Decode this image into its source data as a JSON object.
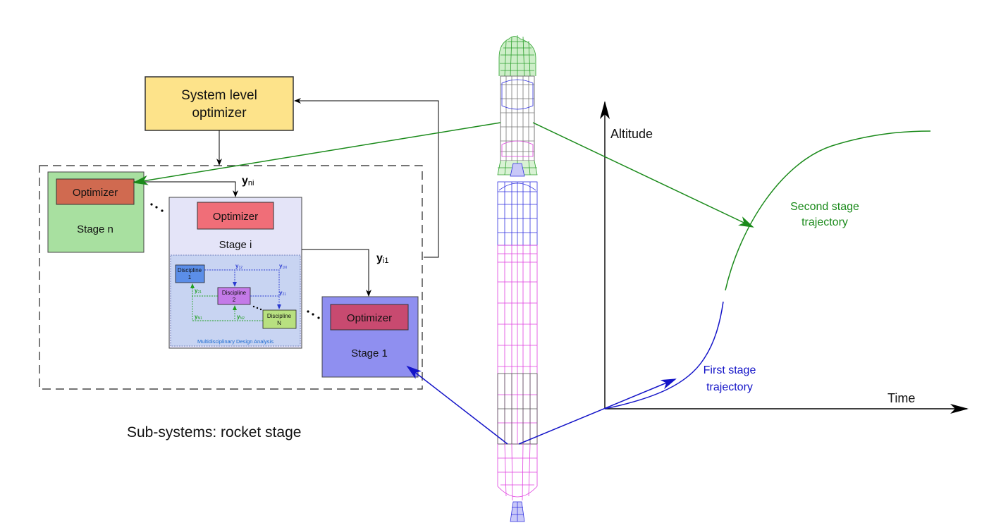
{
  "system_optimizer": {
    "line1": "System level",
    "line2": "optimizer"
  },
  "stage_n": {
    "optimizer": "Optimizer",
    "label": "Stage n"
  },
  "stage_i": {
    "optimizer": "Optimizer",
    "label": "Stage i"
  },
  "stage_1": {
    "optimizer": "Optimizer",
    "label": "Stage 1"
  },
  "coupling": {
    "y_ni": {
      "base": "y",
      "sub": "ni"
    },
    "y_i1": {
      "base": "y",
      "sub": "i1"
    }
  },
  "mda": {
    "title": "Multidisciplinary Design Analysis",
    "discipline_1": {
      "line1": "Discipline",
      "line2": "1"
    },
    "discipline_2": {
      "line1": "Discipline",
      "line2": "2"
    },
    "discipline_n": {
      "line1": "Discipline",
      "line2": "N"
    },
    "y12": {
      "base": "y",
      "sub": "12"
    },
    "y1N": {
      "base": "y",
      "sub": "1N"
    },
    "y21_left": {
      "base": "y",
      "sub": "21"
    },
    "y21_right": {
      "base": "y",
      "sub": "21"
    },
    "yN1": {
      "base": "y",
      "sub": "N1"
    },
    "yN2": {
      "base": "y",
      "sub": "N2"
    }
  },
  "subsystems_caption": "Sub-systems: rocket stage",
  "trajectory_plot": {
    "y_axis_label": "Altitude",
    "x_axis_label": "Time",
    "second_stage_label": {
      "line1": "Second stage",
      "line2": "trajectory"
    },
    "first_stage_label": {
      "line1": "First stage",
      "line2": "trajectory"
    }
  },
  "colors": {
    "system_box": "#fde38a",
    "stage_n_box": "#a8e0a0",
    "stage_n_opt": "#d06a50",
    "stage_i_box": "#e4e4f8",
    "stage_i_opt": "#f06e78",
    "stage_1_box": "#8f8ff0",
    "stage_1_opt": "#c84a70",
    "green_link": "#1a8a1a",
    "blue_link": "#1414c8",
    "rocket_green": "#2ca02c",
    "rocket_magenta": "#e040e0",
    "rocket_blue": "#3030e0"
  }
}
